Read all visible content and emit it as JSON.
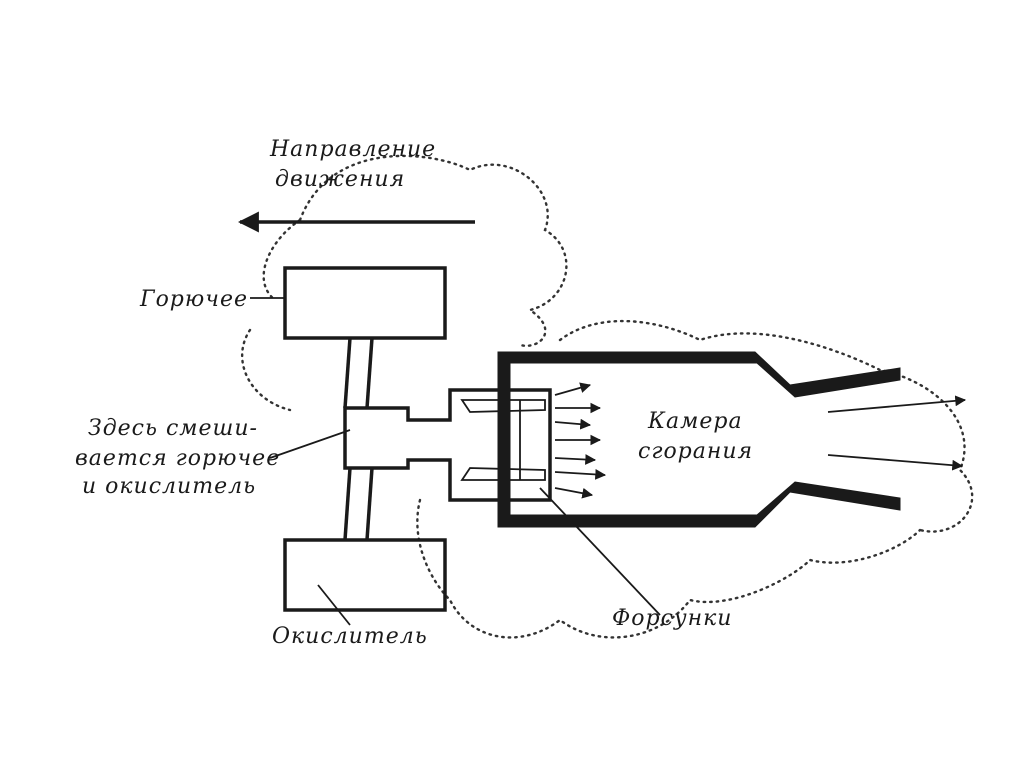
{
  "labels": {
    "direction_line1": "Направление",
    "direction_line2": "движения",
    "fuel": "Горючее",
    "mixing_line1": "Здесь смеши-",
    "mixing_line2": "вается горючее",
    "mixing_line3": "и окислитель",
    "oxidizer": "Окислитель",
    "chamber_line1": "Камера",
    "chamber_line2": "сгорания",
    "injectors": "Форсунки"
  }
}
